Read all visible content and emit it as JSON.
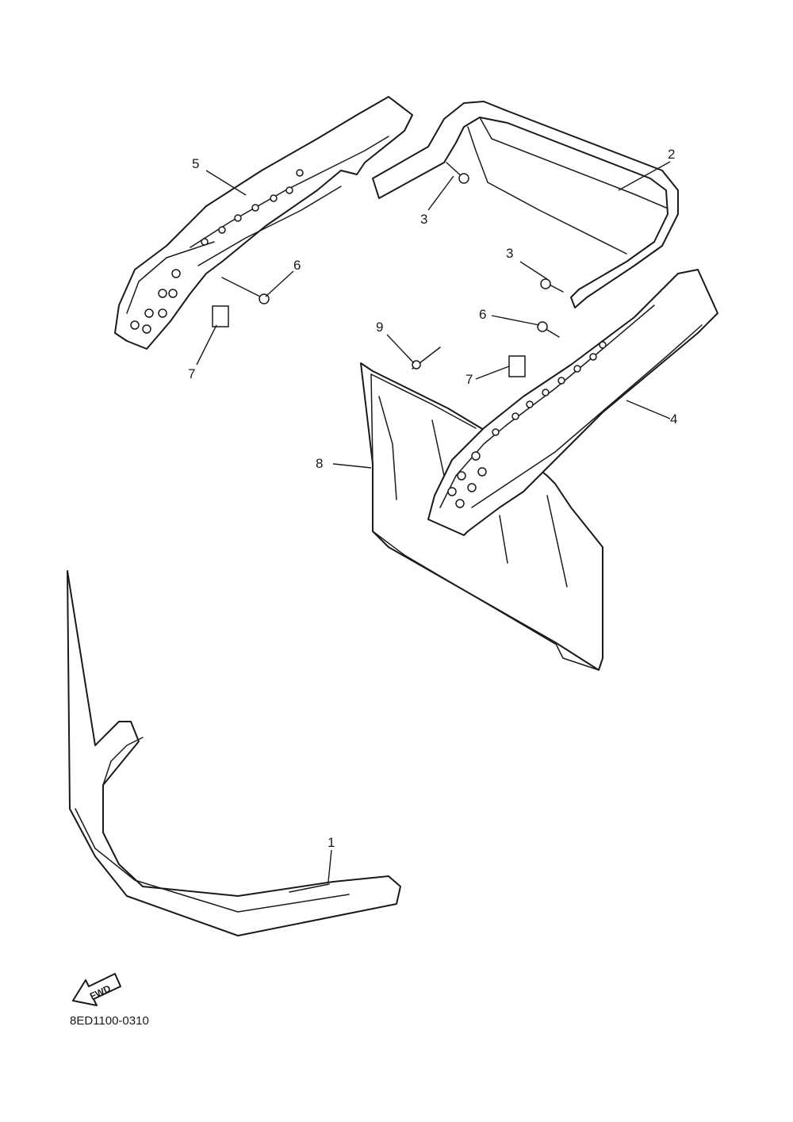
{
  "diagram": {
    "callouts": {
      "c1": "1",
      "c2": "2",
      "c3a": "3",
      "c3b": "3",
      "c4": "4",
      "c5": "5",
      "c6a": "6",
      "c6b": "6",
      "c7a": "7",
      "c7b": "7",
      "c8": "8",
      "c9": "9"
    },
    "fwd_label": "FWD",
    "drawing_code": "8ED1100-0310"
  }
}
